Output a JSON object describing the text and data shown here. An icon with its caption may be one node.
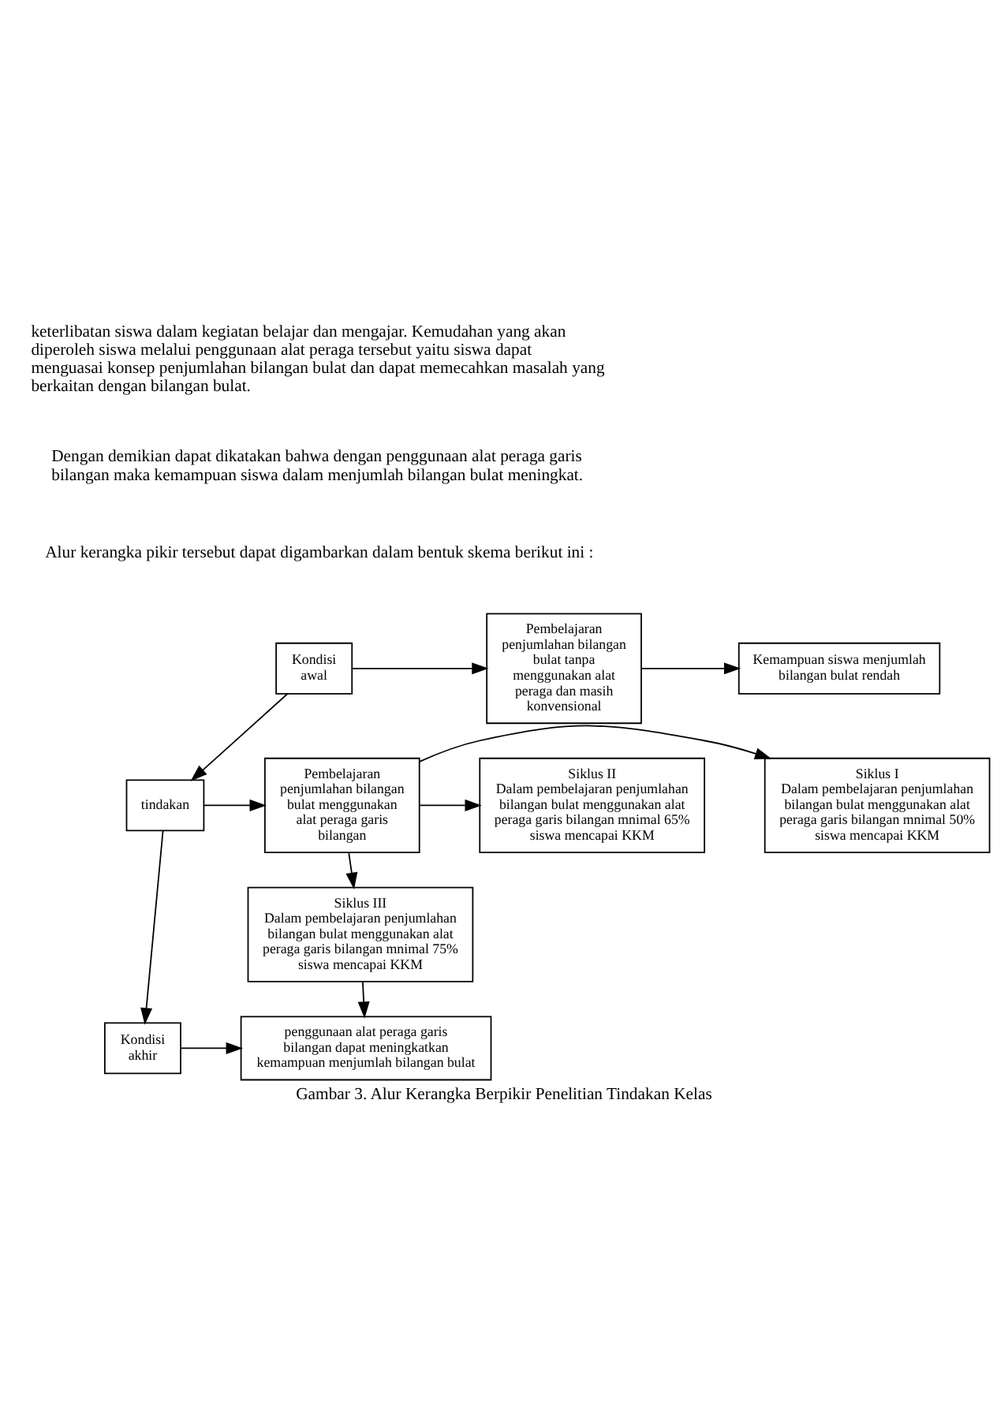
{
  "diagram": {
    "caption": "Gambar 3. Alur Kerangka Berpikir Penelitian Tindakan Kelas",
    "nodes": [
      {
        "text": [
          "Kondisi awal"
        ]
      },
      {
        "text": [
          "Pembelajaran penjumlahan bilangan bulat tanpa menggunakan alat peraga dan masih konvensional"
        ]
      },
      {
        "text": [
          "Kemampuan siswa menjumlah bilangan bulat rendah"
        ]
      },
      {
        "text": [
          "Siklus I",
          "Dalam pembelajaran penjumlahan bilangan bulat menggunakan alat peraga garis bilangan mnimal 50% siswa mencapai KKM"
        ]
      },
      {
        "text": [
          "tindakan"
        ]
      },
      {
        "text": [
          "Pembelajaran penjumlahan bilangan bulat menggunakan alat peraga garis bilangan"
        ]
      },
      {
        "text": [
          "Siklus II",
          "Dalam pembelajaran penjumlahan bilangan bulat menggunakan alat peraga garis bilangan mnimal 65% siswa mencapai KKM"
        ]
      },
      {
        "text": [
          "Siklus III",
          "Dalam pembelajaran penjumlahan bilangan bulat menggunakan alat peraga garis bilangan mnimal 75% siswa mencapai KKM"
        ]
      },
      {
        "text": [
          "Kondisi akhir"
        ]
      },
      {
        "text": [
          "penggunaan alat peraga garis bilangan dapat meningkatkan kemampuan menjumlah bilangan bulat"
        ]
      }
    ],
    "edges": [
      {
        "from": 0,
        "to": 1,
        "arrow": "to"
      },
      {
        "from": 1,
        "to": 2,
        "arrow": "to"
      },
      {
        "from": 0,
        "to": 4,
        "arrow": "to"
      },
      {
        "from": 4,
        "to": 5,
        "arrow": "to"
      },
      {
        "from": 5,
        "to": 3,
        "arrow": "to"
      },
      {
        "from": 5,
        "to": 6,
        "arrow": "to"
      },
      {
        "from": 5,
        "to": 7,
        "arrow": "to"
      },
      {
        "from": 4,
        "to": 8,
        "arrow": "to"
      },
      {
        "from": 7,
        "to": 9,
        "arrow": "to"
      },
      {
        "from": 8,
        "to": 9,
        "arrow": "to"
      }
    ],
    "labels": [
      "keterlibatan siswa dalam kegiatan belajar dan mengajar. Kemudahan yang akan diperoleh siswa melalui penggunaan alat peraga tersebut yaitu siswa dapat menguasai konsep penjumlahan bilangan bulat dan dapat memecahkan masalah yang berkaitan dengan bilangan bulat.",
      "Dengan demikian dapat dikatakan bahwa dengan penggunaan alat peraga garis bilangan maka kemampuan siswa dalam menjumlah bilangan bulat meningkat.",
      "Alur kerangka pikir tersebut dapat digambarkan dalam bentuk skema berikut ini :"
    ]
  }
}
